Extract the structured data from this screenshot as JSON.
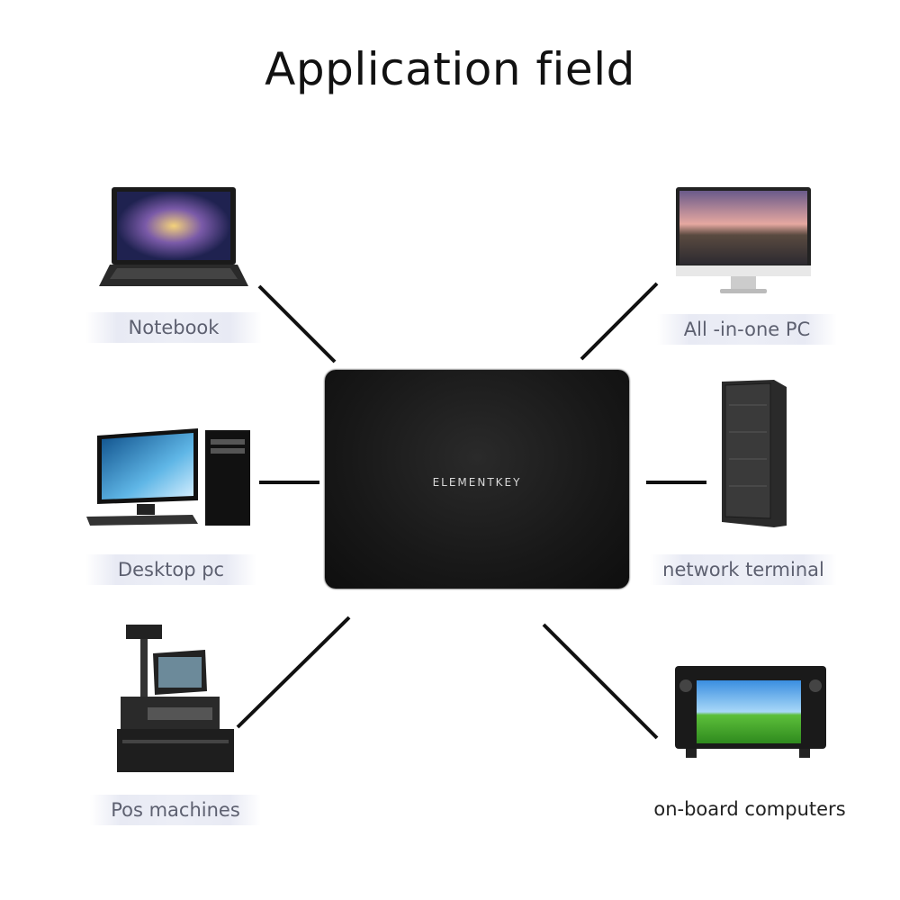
{
  "title": "Application field",
  "product": {
    "brand": "ELEMENTKEY"
  },
  "applications": [
    {
      "label": "Notebook",
      "icon": "laptop-icon"
    },
    {
      "label": "All -in-one PC",
      "icon": "all-in-one-pc-icon"
    },
    {
      "label": "Desktop pc",
      "icon": "desktop-pc-icon"
    },
    {
      "label": "network terminal",
      "icon": "server-rack-icon"
    },
    {
      "label": "Pos machines",
      "icon": "pos-machine-icon"
    },
    {
      "label": "on-board computers",
      "icon": "car-stereo-icon"
    }
  ]
}
